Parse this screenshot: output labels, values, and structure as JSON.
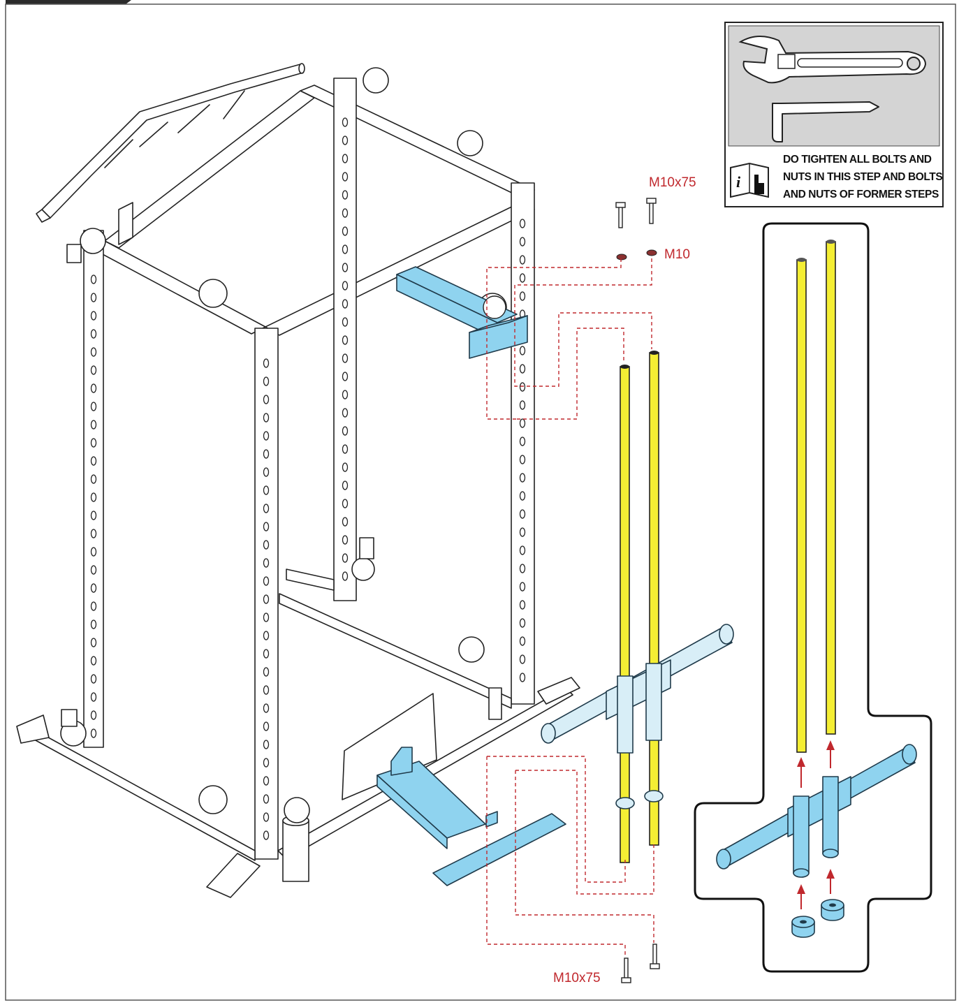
{
  "labels": {
    "bolt_top": "M10x75",
    "washer_top": "M10",
    "bolt_bottom": "M10x75"
  },
  "notice": {
    "lines": [
      "DO TIGHTEN ALL BOLTS AND",
      "NUTS IN THIS STEP AND BOLTS",
      "AND NUTS OF FORMER STEPS"
    ]
  },
  "colors": {
    "callout": "#c0282d",
    "highlight_blue": "#8fd3ef",
    "highlight_yellow": "#f4ee34",
    "tool_panel": "#d4d4d4"
  },
  "icons": [
    "adjustable-wrench-icon",
    "allen-key-icon",
    "info-manual-icon"
  ]
}
